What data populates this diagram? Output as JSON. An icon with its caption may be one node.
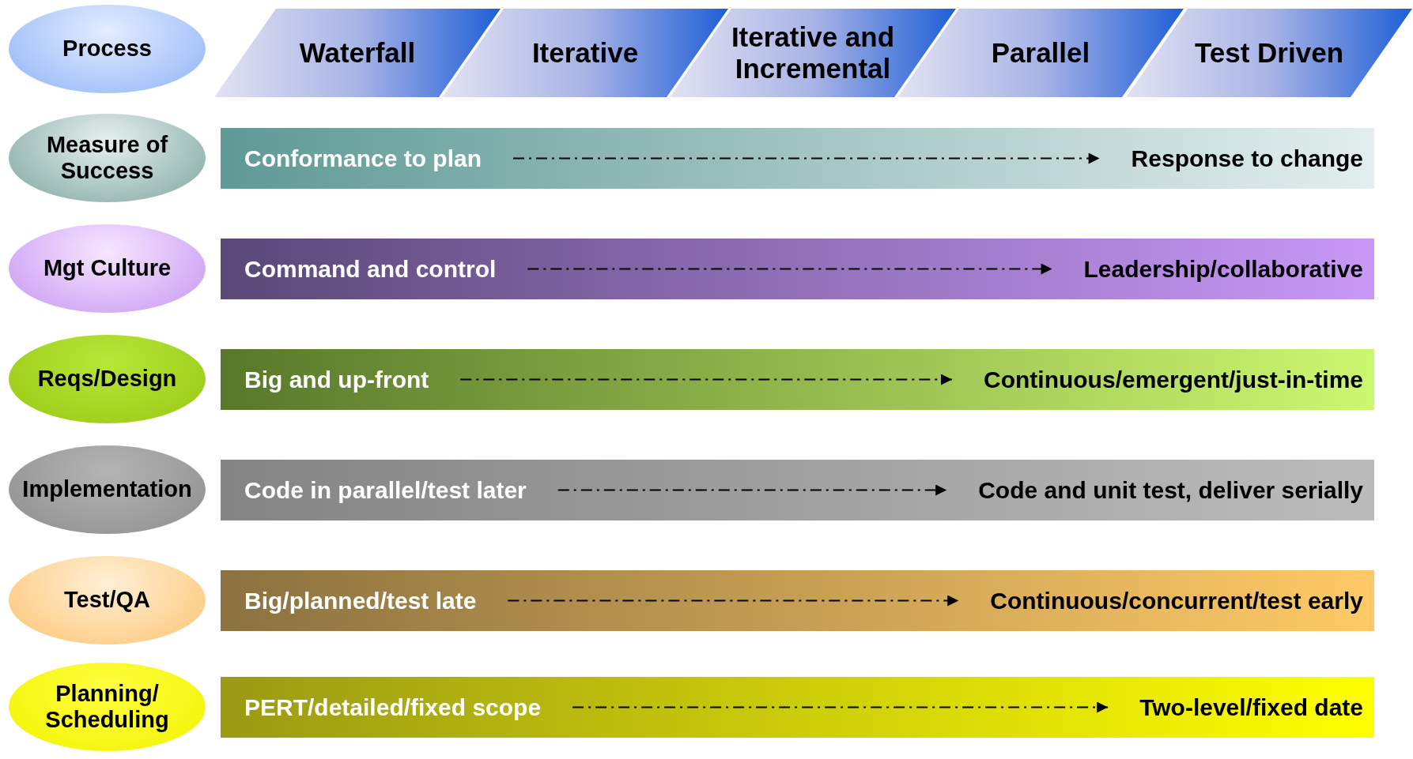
{
  "diagram": {
    "nodes": [
      {
        "text": [
          "Process"
        ]
      },
      {
        "text": [
          "Waterfall"
        ]
      },
      {
        "text": [
          "Iterative"
        ]
      },
      {
        "text": [
          "Iterative and Incremental"
        ]
      },
      {
        "text": [
          "Parallel"
        ]
      },
      {
        "text": [
          "Test Driven"
        ]
      },
      {
        "text": [
          "Measure of Success"
        ]
      },
      {
        "text": [],
        "shape": "bar"
      },
      {
        "text": [
          "Conformance to plan"
        ],
        "in": 7
      },
      {
        "text": [
          "Response to change"
        ],
        "in": 7
      },
      {
        "text": [
          "Mgt Culture"
        ]
      },
      {
        "text": [],
        "shape": "bar"
      },
      {
        "text": [
          "Command and control"
        ],
        "in": 11
      },
      {
        "text": [
          "Leadership/collaborative"
        ],
        "in": 11
      },
      {
        "text": [
          "Reqs/Design"
        ]
      },
      {
        "text": [],
        "shape": "bar"
      },
      {
        "text": [
          "Big and up-front"
        ],
        "in": 15
      },
      {
        "text": [
          "Continuous/emergent/just-in-time"
        ],
        "in": 15
      },
      {
        "text": [
          "Implementation"
        ]
      },
      {
        "text": [],
        "shape": "bar"
      },
      {
        "text": [
          "Code in parallel/test later"
        ],
        "in": 19
      },
      {
        "text": [
          "Code and unit test, deliver serially"
        ],
        "in": 19
      },
      {
        "text": [
          "Test/QA"
        ]
      },
      {
        "text": [],
        "shape": "bar"
      },
      {
        "text": [
          "Big/planned/test late"
        ],
        "in": 23
      },
      {
        "text": [
          "Continuous/concurrent/test early"
        ],
        "in": 23
      },
      {
        "text": [
          "Planning/ Scheduling"
        ]
      },
      {
        "text": [],
        "shape": "bar"
      },
      {
        "text": [
          "PERT/detailed/fixed scope"
        ],
        "in": 27
      },
      {
        "text": [
          "Two-level/fixed date"
        ],
        "in": 27
      }
    ],
    "edges": [
      {
        "from": 8,
        "to": 9,
        "arrow": "to",
        "style": "dashed"
      },
      {
        "from": 12,
        "to": 13,
        "arrow": "to",
        "style": "dashed"
      },
      {
        "from": 16,
        "to": 17,
        "arrow": "to",
        "style": "dashed"
      },
      {
        "from": 20,
        "to": 21,
        "arrow": "to",
        "style": "dashed"
      },
      {
        "from": 24,
        "to": 25,
        "arrow": "to",
        "style": "dashed"
      },
      {
        "from": 28,
        "to": 29,
        "arrow": "to",
        "style": "dashed"
      }
    ]
  }
}
